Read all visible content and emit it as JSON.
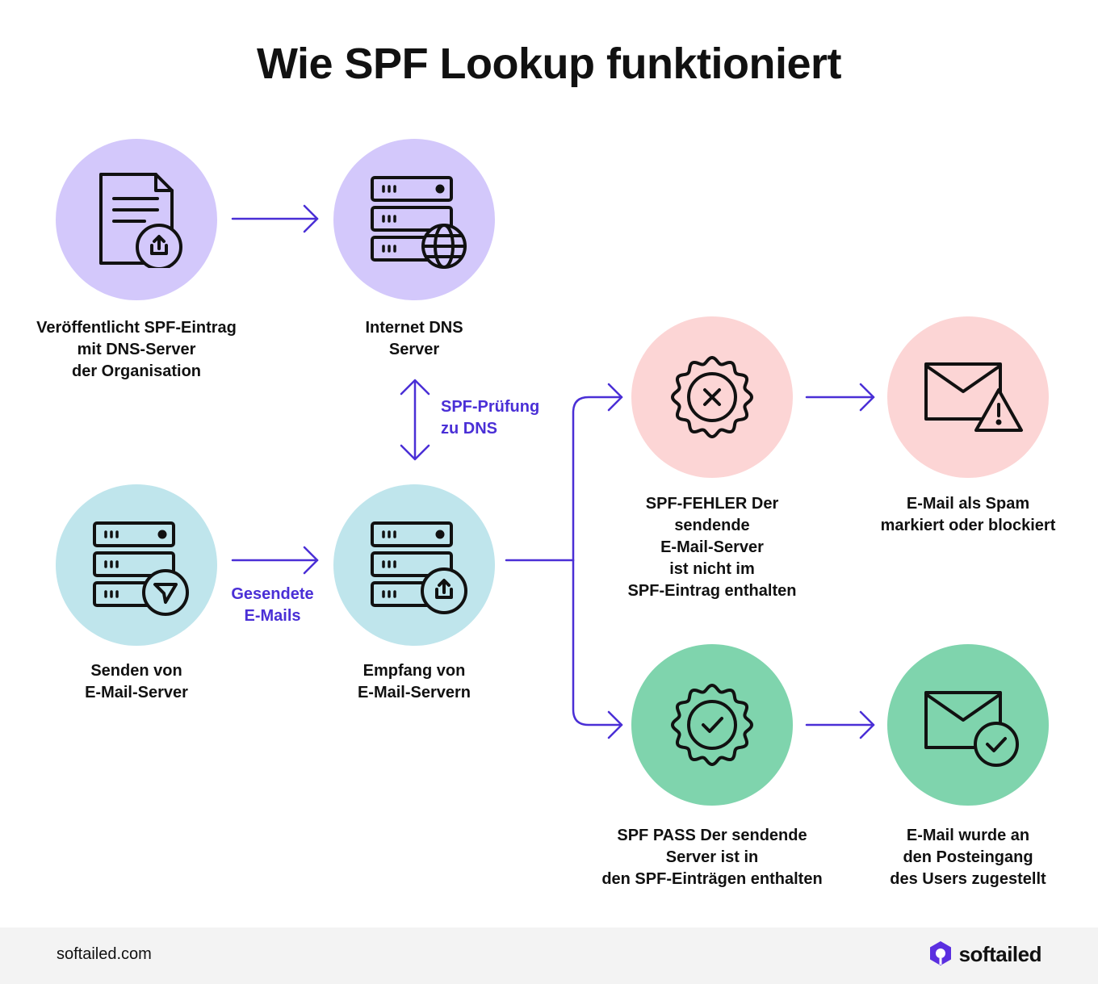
{
  "title": "Wie SPF Lookup funktioniert",
  "colors": {
    "purple": "#d3c8fb",
    "blue": "#bfe5ec",
    "red": "#fcd5d5",
    "green": "#7fd4ad",
    "accent": "#4a2fd6"
  },
  "nodes": {
    "publish": {
      "label": "Veröffentlicht SPF-Eintrag\nmit DNS-Server\nder Organisation",
      "icon": "document-upload-icon"
    },
    "dns": {
      "label": "Internet DNS\nServer",
      "icon": "server-globe-icon"
    },
    "sender": {
      "label": "Senden von\nE-Mail-Server",
      "icon": "server-send-icon"
    },
    "receiver": {
      "label": "Empfang von\nE-Mail-Servern",
      "icon": "server-upload-icon"
    },
    "fail": {
      "label": "SPF-FEHLER Der\nsendende\nE-Mail-Server\nist nicht im\nSPF-Eintrag enthalten",
      "icon": "badge-x-icon"
    },
    "spam": {
      "label": "E-Mail als Spam\nmarkiert oder blockiert",
      "icon": "mail-warning-icon"
    },
    "pass": {
      "label": "SPF PASS Der sendende\nServer ist in\nden SPF-Einträgen enthalten",
      "icon": "badge-check-icon"
    },
    "delivered": {
      "label": "E-Mail wurde an\nden Posteingang\ndes Users zugestellt",
      "icon": "mail-check-icon"
    }
  },
  "edges": {
    "spf_check": "SPF-Prüfung\nzu DNS",
    "sent_mails": "Gesendete\nE-Mails"
  },
  "footer": {
    "url": "softailed.com",
    "brand": "softailed"
  }
}
